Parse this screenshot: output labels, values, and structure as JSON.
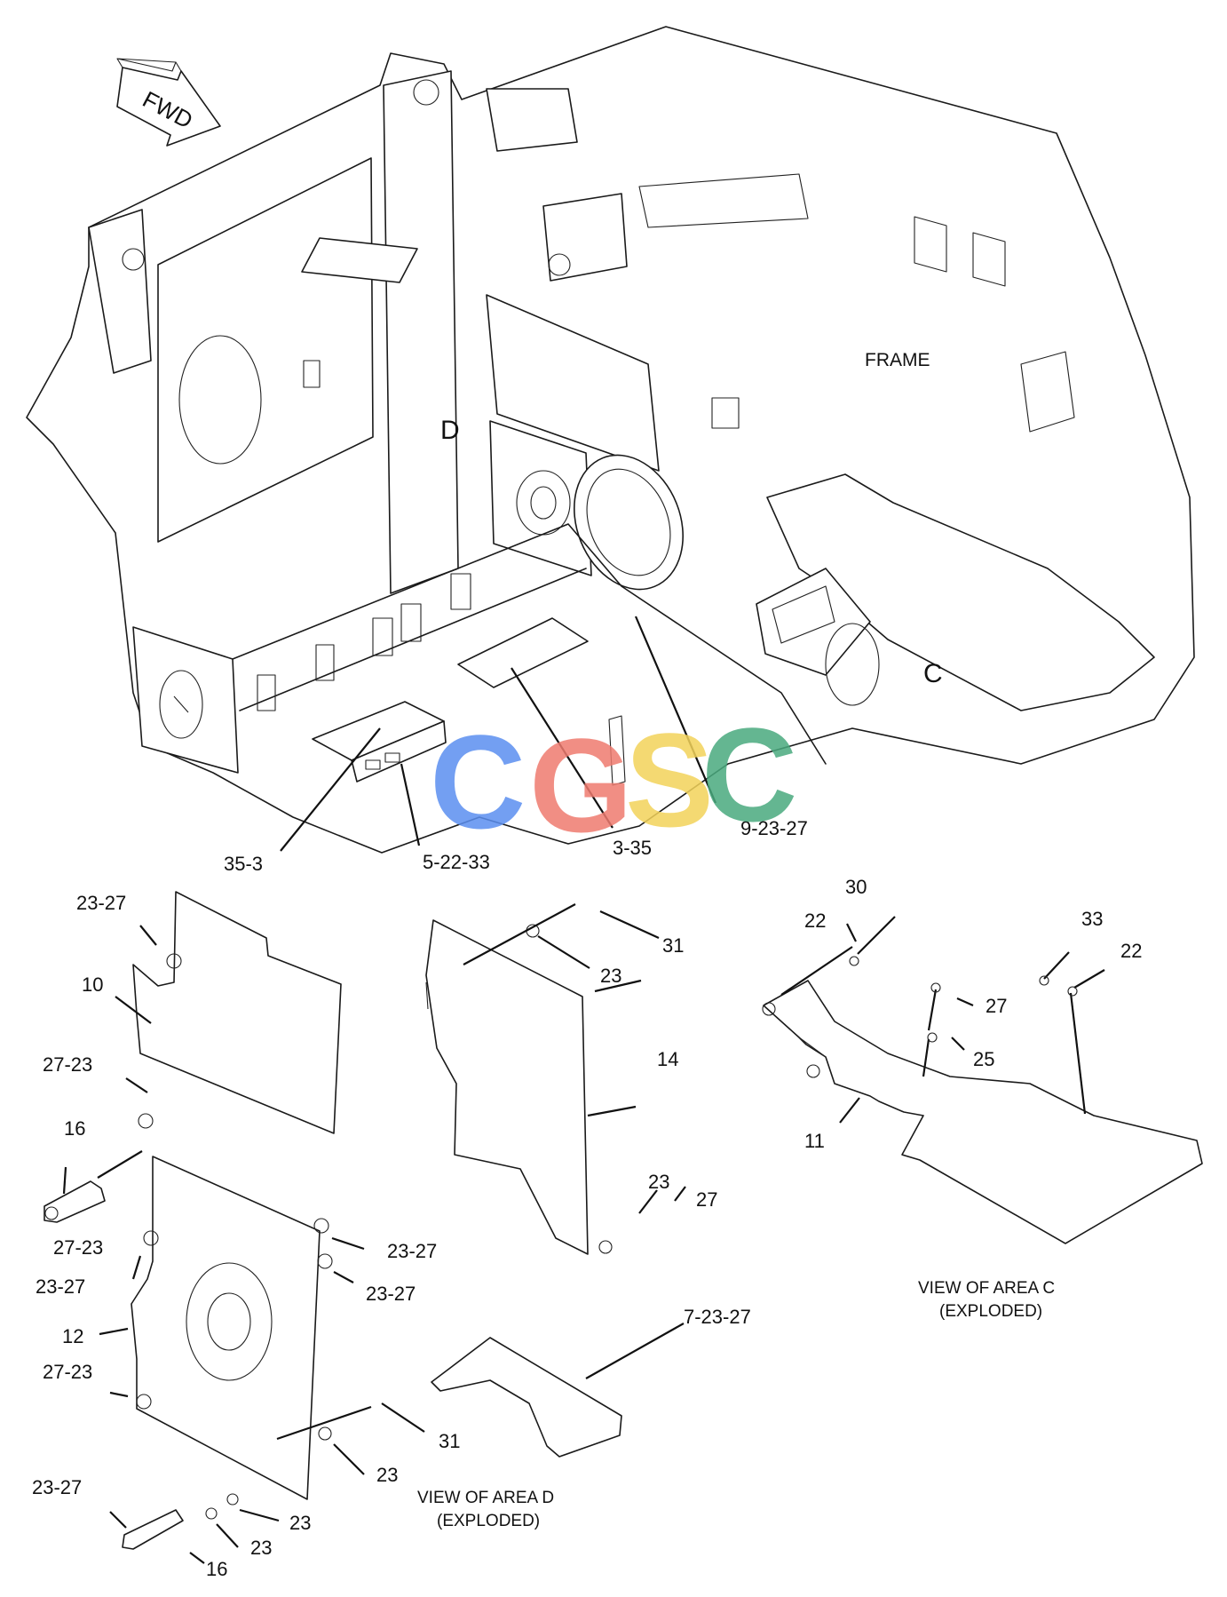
{
  "diagram": {
    "fwd_label": "FWD",
    "frame_label": "FRAME",
    "area_labels": {
      "d": "D",
      "c": "C"
    },
    "top_callouts": {
      "c35_3": "35-3",
      "c5_22_33": "5-22-33",
      "c3_35": "3-35",
      "c9_23_27": "9-23-27"
    },
    "area_d_callouts": {
      "d23_27_a": "23-27",
      "d10": "10",
      "d27_23_a": "27-23",
      "d16_a": "16",
      "d27_23_b": "27-23",
      "d23_27_b": "23-27",
      "d12": "12",
      "d27_23_c": "27-23",
      "d23_27_c": "23-27",
      "d23_27_d": "23-27",
      "d23_27_e": "23-27",
      "d31_a": "31",
      "d23_a": "23",
      "d14": "14",
      "d23_b": "23",
      "d27": "27",
      "d7_23_27": "7-23-27",
      "d31_b": "31",
      "d23_c": "23",
      "d23_d": "23",
      "d23_e": "23",
      "d16_b": "16"
    },
    "area_c_callouts": {
      "c30": "30",
      "c22_a": "22",
      "c33": "33",
      "c22_b": "22",
      "c27": "27",
      "c25": "25",
      "c11": "11"
    },
    "captions": {
      "area_d_line1": "VIEW OF AREA D",
      "area_d_line2": "(EXPLODED)",
      "area_c_line1": "VIEW OF AREA C",
      "area_c_line2": "(EXPLODED)"
    },
    "watermark": {
      "letters": [
        "C",
        "G",
        "S",
        "C"
      ],
      "colors": [
        "#5b8ff0",
        "#ef7b6f",
        "#f3d35a",
        "#49aa7e"
      ]
    }
  }
}
